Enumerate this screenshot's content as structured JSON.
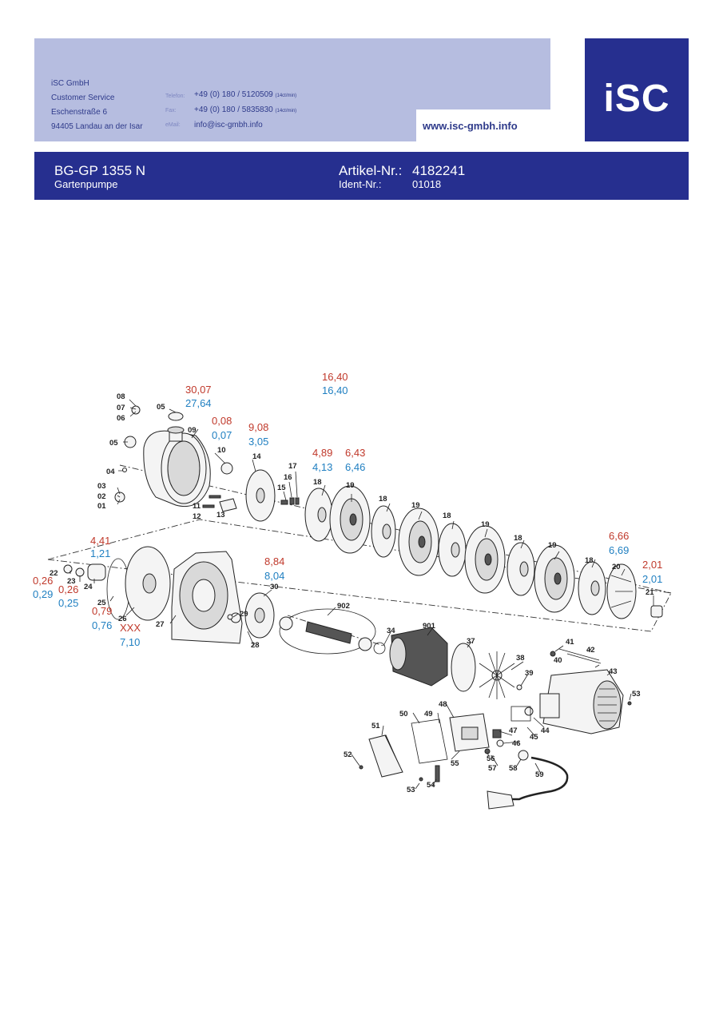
{
  "header": {
    "company": "iSC GmbH",
    "service": "Customer Service",
    "street": "Eschenstraße 6",
    "city": "94405 Landau an der Isar",
    "phone_label": "Telefon:",
    "phone": "+49 (0) 180 / 5120509",
    "phone_rate": "(14ct/min)",
    "fax_label": "Fax:",
    "fax": "+49 (0) 180 / 5835830",
    "fax_rate": "(14ct/min)",
    "email_label": "eMail:",
    "email": "info@isc-gmbh.info",
    "website": "www.isc-gmbh.info",
    "logo": "iSC",
    "colors": {
      "light_panel": "#b6bde0",
      "brand_blue": "#262f8f",
      "price_red": "#c0392b",
      "price_blue": "#1f7fc1"
    }
  },
  "product": {
    "model": "BG-GP 1355 N",
    "description": "Gartenpumpe",
    "article_label": "Artikel-Nr.:",
    "article_no": "4182241",
    "ident_label": "Ident-Nr.:",
    "ident_no": "01018"
  },
  "prices": {
    "p16_red": "16,40",
    "p16_blue": "16,40",
    "p09_red": "30,07",
    "p09_blue": "27,64",
    "p10_red": "0,08",
    "p10_blue": "0,07",
    "p14_red": "9,08",
    "p14_blue": "3,05",
    "p18_red": "4,89",
    "p18_blue": "4,13",
    "p19_red": "6,43",
    "p19_blue": "6,46",
    "p20_red": "6,66",
    "p20_blue": "6,69",
    "p21_red": "2,01",
    "p21_blue": "2,01",
    "p24_red": "4,41",
    "p24_blue": "1,21",
    "p22_red": "0,26",
    "p22_blue": "0,29",
    "p23_red": "0,26",
    "p23_blue": "0,25",
    "p25_red": "0,79",
    "p25_blue": "0,76",
    "p26_red": "XXX",
    "p26_blue": "7,10",
    "p30_red": "8,84",
    "p30_blue": "8,04"
  },
  "parts": {
    "n01": "01",
    "n02": "02",
    "n03": "03",
    "n04": "04",
    "n05a": "05",
    "n05b": "05",
    "n06": "06",
    "n07": "07",
    "n08": "08",
    "n09": "09",
    "n10": "10",
    "n11": "11",
    "n12": "12",
    "n13": "13",
    "n14": "14",
    "n15": "15",
    "n16": "16",
    "n17": "17",
    "n18a": "18",
    "n18b": "18",
    "n18c": "18",
    "n18d": "18",
    "n18e": "18",
    "n19a": "19",
    "n19b": "19",
    "n19c": "19",
    "n19d": "19",
    "n20": "20",
    "n21": "21",
    "n22": "22",
    "n23": "23",
    "n24": "24",
    "n25": "25",
    "n26": "26",
    "n27": "27",
    "n28": "28",
    "n29": "29",
    "n30": "30",
    "n34": "34",
    "n37": "37",
    "n38": "38",
    "n39": "39",
    "n40": "40",
    "n41": "41",
    "n42": "42",
    "n43": "43",
    "n44": "44",
    "n45": "45",
    "n46": "46",
    "n47": "47",
    "n48": "48",
    "n49": "49",
    "n50": "50",
    "n51": "51",
    "n52": "52",
    "n53a": "53",
    "n53b": "53",
    "n54": "54",
    "n55": "55",
    "n56": "56",
    "n57": "57",
    "n58": "58",
    "n59": "59",
    "n901": "901",
    "n902": "902"
  }
}
